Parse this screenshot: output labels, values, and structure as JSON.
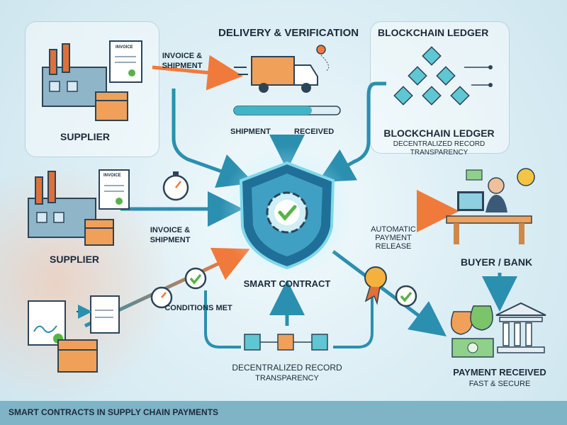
{
  "labels": {
    "delivery_title": "DELIVERY & VERIFICATION",
    "ledger_title": "BLOCKCHAIN LEDGER",
    "invoice_shipment": "INVOICE & SHIPMENT",
    "shipment": "SHIPMENT",
    "received": "RECEIVED",
    "supplier": "SUPPLIER",
    "ledger_subtitle": "BLOCKCHAIN LEDGER",
    "decentralized_record": "DECENTRALIZED RECORD",
    "transparency": "TRANSPARENCY",
    "automatic_payment_release": "AUTOMATIC PAYMENT RELEASE",
    "buyer_bank": "BUYER / BANK",
    "smart_contract": "SMART CONTRACT",
    "conditions_met": "CONDITIONS MET",
    "payment_received": "PAYMENT RECEIVED",
    "fast_secure": "FAST & SECURE",
    "invoice_doc": "INVOICE"
  },
  "footer": {
    "caption": "SMART CONTRACTS IN SUPPLY CHAIN PAYMENTS"
  },
  "colors": {
    "accent_teal": "#2b8fb0",
    "accent_orange": "#f07a3c",
    "shield": "#1f6f98",
    "check_green": "#58b347",
    "footer": "#7fb3c6",
    "text": "#1d2b3a"
  },
  "icons": [
    "factory-icon",
    "invoice-icon",
    "box-icon",
    "truck-icon",
    "map-pin-icon",
    "blockchain-cubes-icon",
    "stopwatch-icon",
    "shield-gear-icon",
    "checkmark-badge-icon",
    "award-ribbon-icon",
    "buyer-desk-icon",
    "money-bags-icon",
    "bank-icon",
    "document-check-icon"
  ]
}
